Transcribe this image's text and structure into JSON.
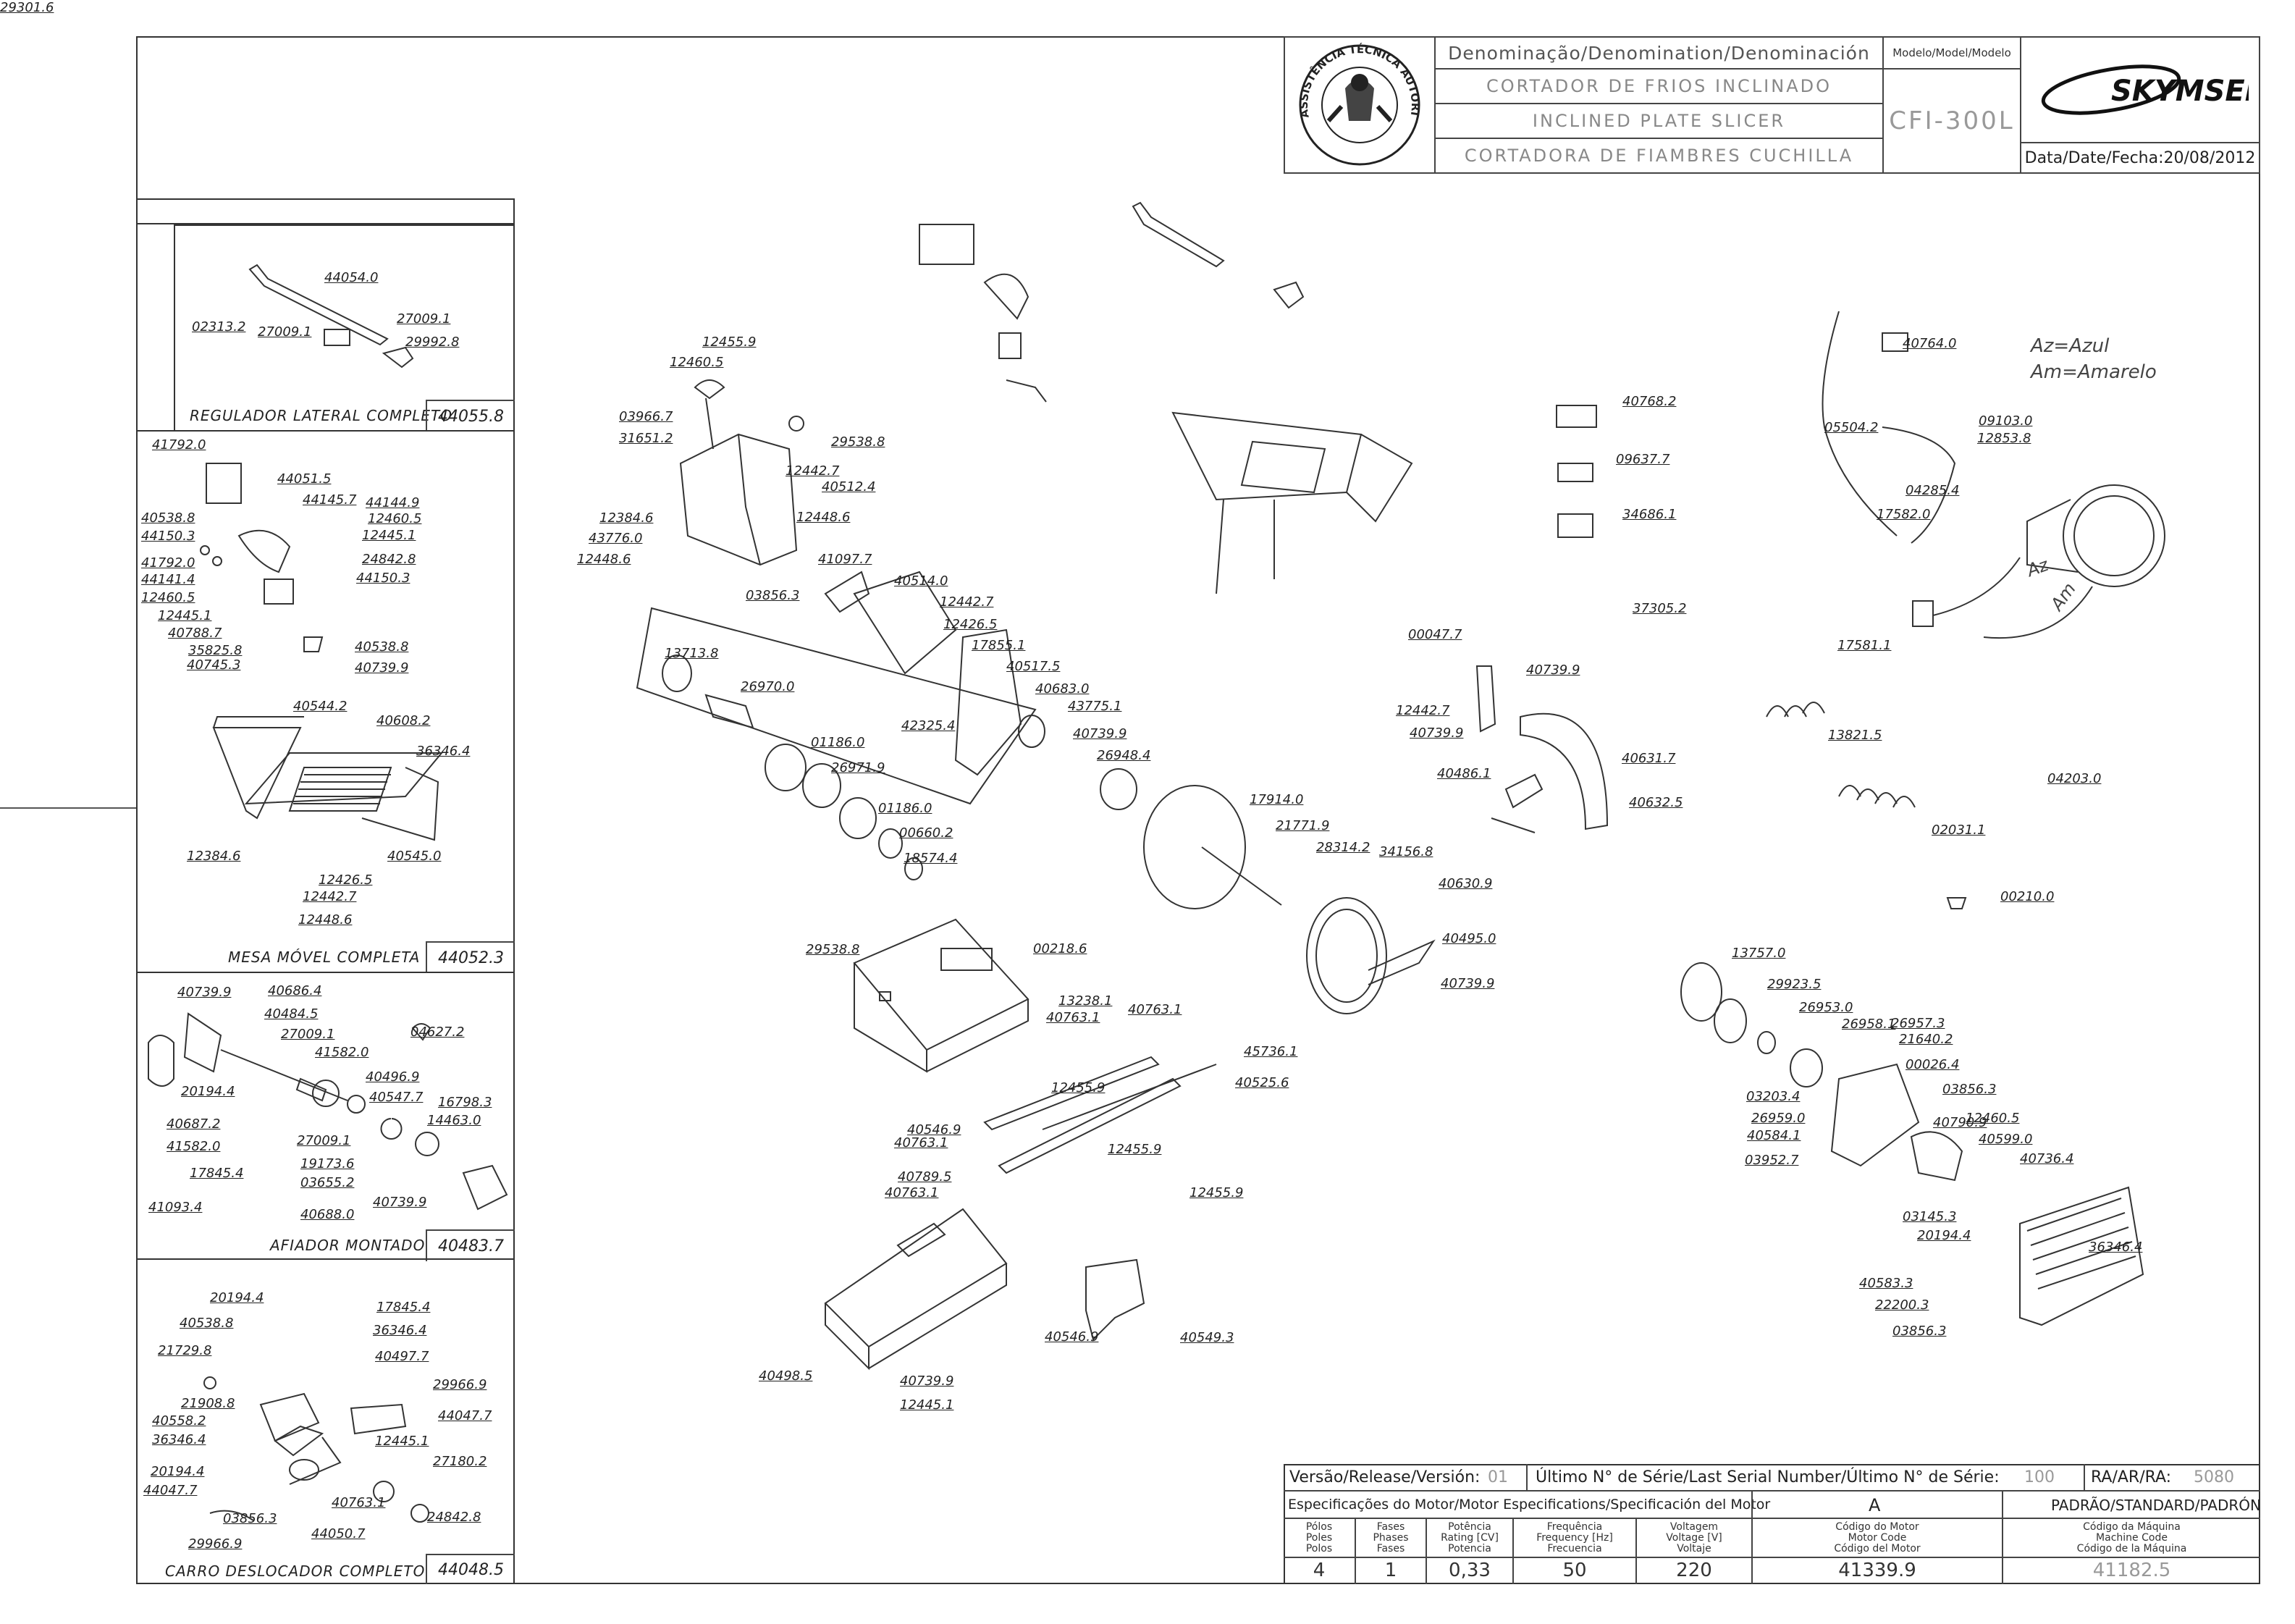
{
  "title_block": {
    "denomination_header": "Denominação/Denomination/Denominación",
    "name_pt": "CORTADOR DE FRIOS INCLINADO",
    "name_en": "INCLINED PLATE SLICER",
    "name_es": "CORTADORA DE FIAMBRES CUCHILLA",
    "model_header": "Modelo/Model/Modelo",
    "model": "CFI-300L",
    "brand": "SKYMSEN",
    "date_label": "Data/Date/Fecha:",
    "date": "20/08/2012",
    "seal_text": "ASSISTÊNCIA TÉCNICA AUTORIZADA"
  },
  "side_panels": [
    {
      "caption": "REGULADOR LATERAL COMPLETO",
      "code": "44055.8"
    },
    {
      "caption": "MESA MÓVEL COMPLETA",
      "code": "44052.3"
    },
    {
      "caption": "AFIADOR MONTADO",
      "code": "40483.7"
    },
    {
      "caption": "CARRO DESLOCADOR COMPLETO",
      "code": "44048.5"
    }
  ],
  "wire_legend": {
    "az": "Az=Azul",
    "am": "Am=Amarelo",
    "az_short": "Az",
    "am_short": "Am"
  },
  "part_labels": [
    "44054.0",
    "02313.2",
    "27009.1",
    "27009.1",
    "29992.8",
    "41792.0",
    "44051.5",
    "44145.7",
    "44144.9",
    "40538.8",
    "12460.5",
    "44150.3",
    "12445.1",
    "24842.8",
    "41792.0",
    "44141.4",
    "44150.3",
    "12460.5",
    "12445.1",
    "40788.7",
    "35825.8",
    "40538.8",
    "40745.3",
    "40739.9",
    "40544.2",
    "40608.2",
    "36346.4",
    "12384.6",
    "12426.5",
    "12442.7",
    "12448.6",
    "40545.0",
    "40739.9",
    "40686.4",
    "40484.5",
    "27009.1",
    "41582.0",
    "04627.2",
    "20194.4",
    "40496.9",
    "40547.7",
    "16798.3",
    "40687.2",
    "14463.0",
    "41582.0",
    "27009.1",
    "19173.6",
    "17845.4",
    "03655.2",
    "41093.4",
    "40688.0",
    "40739.9",
    "20194.4",
    "17845.4",
    "40538.8",
    "36346.4",
    "21729.8",
    "40497.7",
    "29966.9",
    "21908.8",
    "44047.7",
    "40558.2",
    "36346.4",
    "12445.1",
    "20194.4",
    "27180.2",
    "44047.7",
    "40763.1",
    "03856.3",
    "24842.8",
    "44050.7",
    "29966.9",
    "12455.9",
    "12460.5",
    "03966.7",
    "31651.2",
    "29538.8",
    "12442.7",
    "40512.4",
    "12448.6",
    "12384.6",
    "43776.0",
    "12448.6",
    "41097.7",
    "03856.3",
    "40514.0",
    "12442.7",
    "12426.5",
    "17855.1",
    "40517.5",
    "40683.0",
    "43775.1",
    "42325.4",
    "40739.9",
    "13713.8",
    "26970.0",
    "01186.0",
    "26971.9",
    "01186.0",
    "00660.2",
    "18574.4",
    "26948.4",
    "17914.0",
    "21771.9",
    "28314.2",
    "34156.8",
    "40495.0",
    "40739.9",
    "29538.8",
    "00218.6",
    "13238.1",
    "40763.1",
    "40763.1",
    "45736.1",
    "12455.9",
    "40525.6",
    "40546.9",
    "40763.1",
    "12455.9",
    "40789.5",
    "40763.1",
    "12455.9",
    "40546.9",
    "40549.3",
    "40498.5",
    "40739.9",
    "12445.1",
    "40768.2",
    "09637.7",
    "34686.1",
    "37305.2",
    "00047.7",
    "40739.9",
    "12442.7",
    "40739.9",
    "40631.7",
    "40486.1",
    "40632.5",
    "40630.9",
    "40764.0",
    "05504.2",
    "09103.0",
    "12853.8",
    "04285.4",
    "17582.0",
    "17581.1",
    "13821.5",
    "04203.0",
    "02031.1",
    "00210.0",
    "13757.0",
    "29923.5",
    "26953.0",
    "26958.1",
    "26957.3",
    "21640.2",
    "03203.4",
    "00026.4",
    "26959.0",
    "03856.3",
    "40584.1",
    "12460.5",
    "40790.9",
    "40599.0",
    "03952.7",
    "40736.4",
    "03145.3",
    "20194.4",
    "36346.4",
    "40583.3",
    "22200.3",
    "03856.3",
    "29301.6"
  ],
  "bottom_block": {
    "version_label": "Versão/Release/Versión:",
    "version": "01",
    "serial_label": "Último N° de Série/Last Serial Number/Último N° de Série:",
    "serial": "100",
    "ra_label": "RA/AR/RA:",
    "ra": "5080",
    "motor_spec_label": "Especificações do Motor/Motor Especifications/Specificación del Motor",
    "motor_variant": "A",
    "standard_label": "PADRÃO/STANDARD/PADRÓN",
    "poles_label": "Pólos\nPoles\nPolos",
    "phases_label": "Fases\nPhases\nFases",
    "power_label": "Potência\nRating [CV]\nPotencia",
    "freq_label": "Frequência\nFrequency [Hz]\nFrecuencia",
    "voltage_label": "Voltagem\nVoltage [V]\nVoltaje",
    "motor_code_label": "Código do Motor\nMotor Code\nCódigo del Motor",
    "machine_code_label": "Código da Máquina\nMachine Code\nCódigo de la Máquina",
    "poles": "4",
    "phases": "1",
    "power": "0,33",
    "freq": "50",
    "voltage": "220",
    "motor_code": "41339.9",
    "machine_code": "41182.5"
  }
}
